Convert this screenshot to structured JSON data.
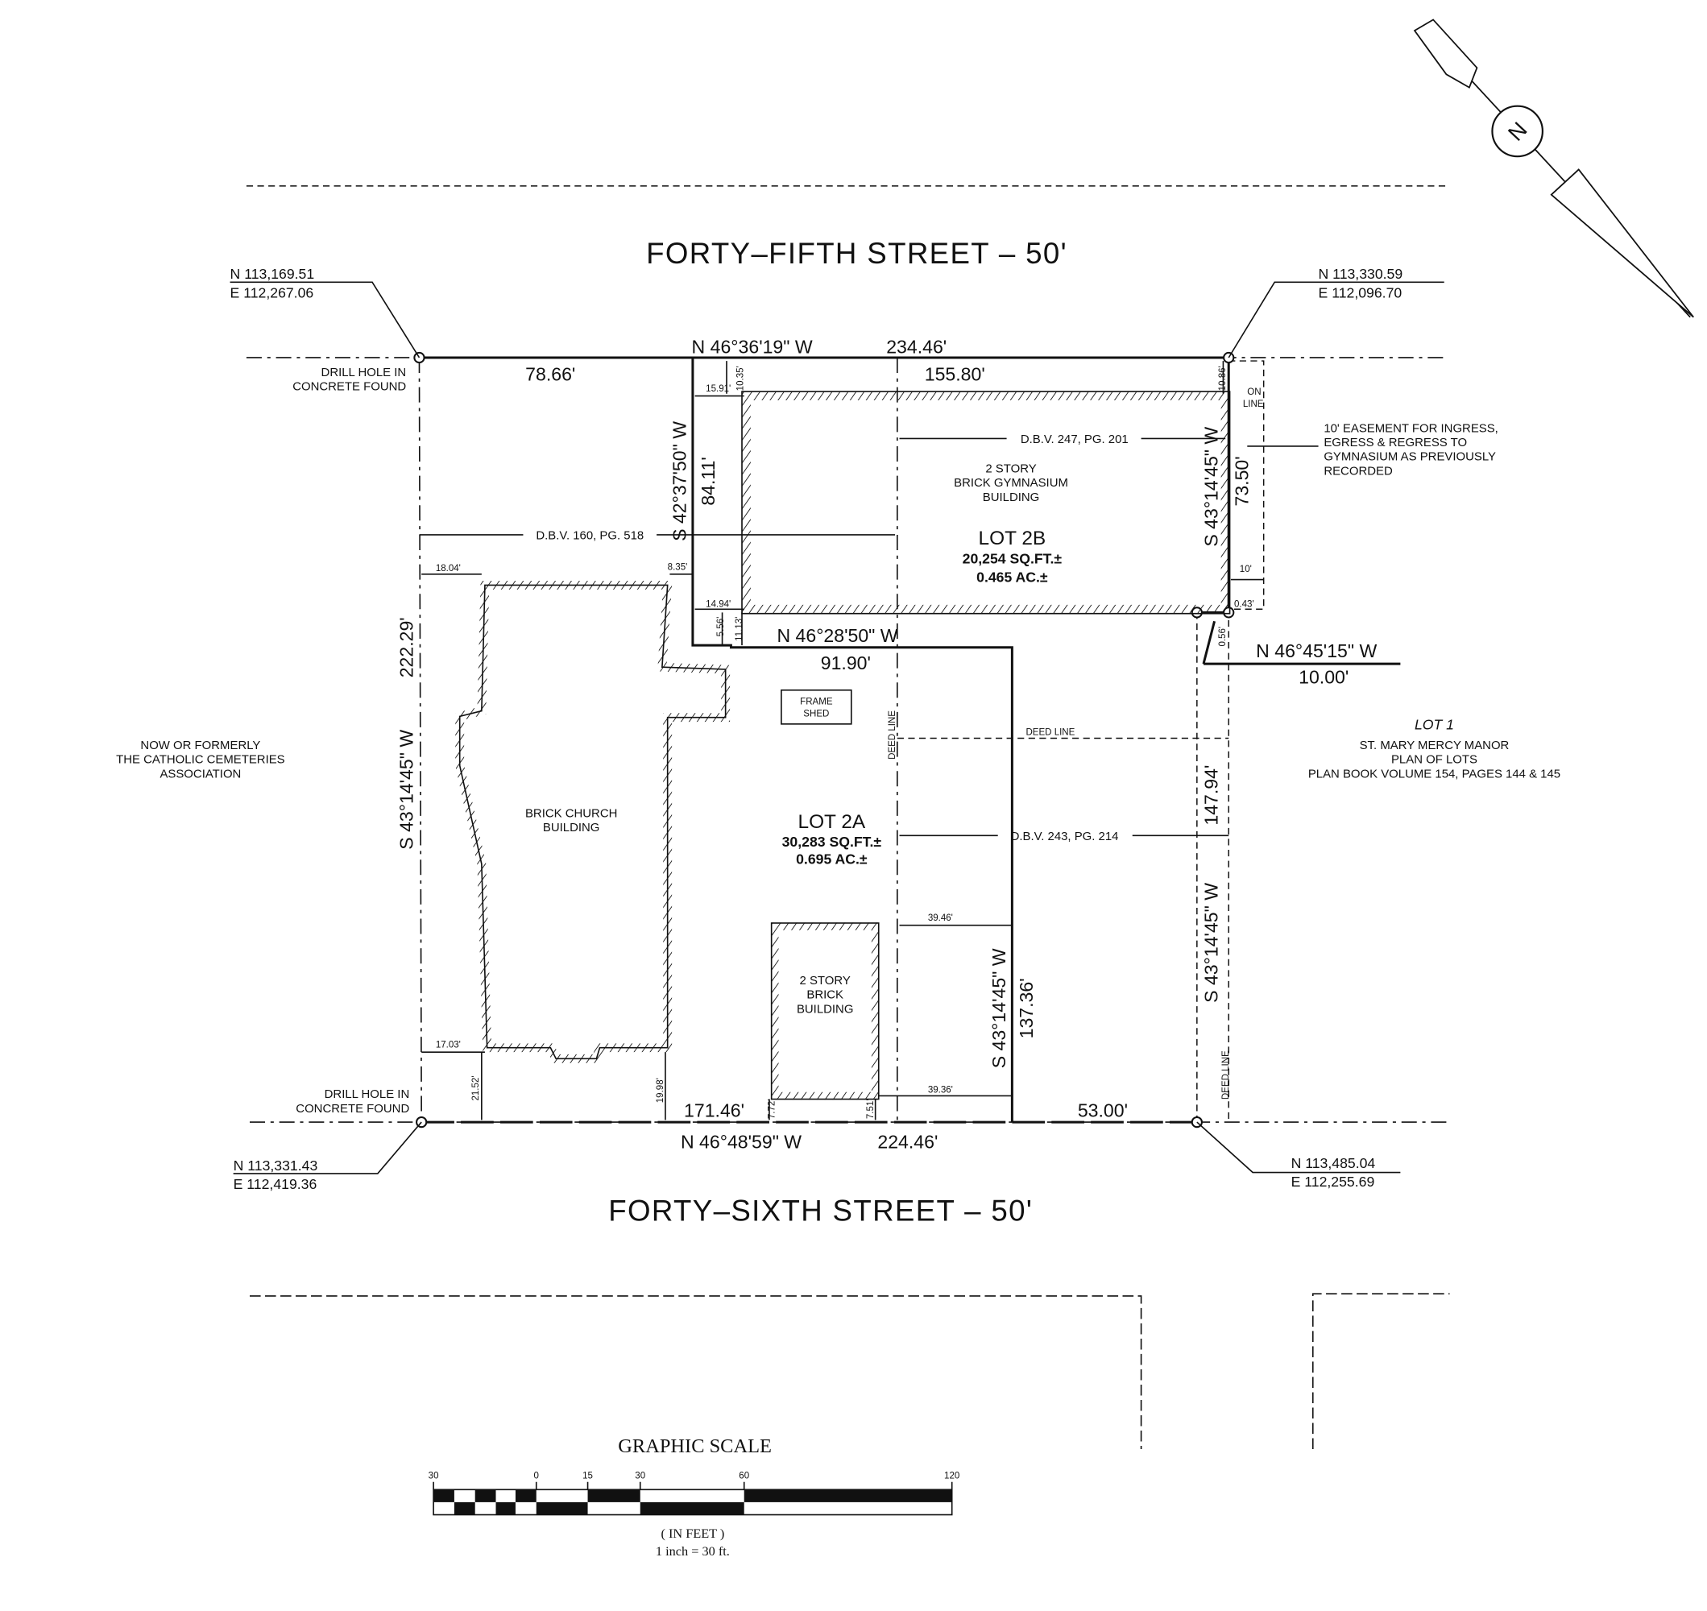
{
  "streets": {
    "north": "FORTY–FIFTH STREET – 50'",
    "south": "FORTY–SIXTH STREET – 50'"
  },
  "corners": {
    "nw": {
      "n": "N 113,169.51",
      "e": "E 112,267.06",
      "note1": "DRILL HOLE IN",
      "note2": "CONCRETE FOUND"
    },
    "ne": {
      "n": "N 113,330.59",
      "e": "E 112,096.70"
    },
    "sw": {
      "n": "N 113,331.43",
      "e": "E 112,419.36",
      "note1": "DRILL HOLE IN",
      "note2": "CONCRETE FOUND"
    },
    "se": {
      "n": "N 113,485.04",
      "e": "E 112,255.69"
    }
  },
  "bearings": {
    "north_bearing": "N 46°36'19\" W",
    "north_dist": "234.46'",
    "north_seg1": "78.66'",
    "north_seg2": "155.80'",
    "south_bearing": "N 46°48'59\" W",
    "south_dist": "224.46'",
    "south_seg1": "171.46'",
    "south_seg2": "53.00'",
    "west_bearing": "S 43°14'45\" W",
    "west_dist": "222.29'",
    "lot2b_west_bearing": "S 42°37'50\" W",
    "lot2b_west_dist": "84.11'",
    "lot2b_east_bearing": "S 43°14'45\" W",
    "lot2b_east_dist": "73.50'",
    "inner_bearing": "N 46°28'50\" W",
    "inner_dist": "91.90'",
    "inner_east_bearing": "S 43°14'45\" W",
    "inner_east_dist": "137.36'",
    "east_bearing": "S 43°14'45\" W",
    "east_dist": "147.94'",
    "offset_bearing": "N 46°45'15\" W",
    "offset_dist": "10.00'"
  },
  "dims": {
    "d15_91": "15.91'",
    "d10_35": "10.35'",
    "d10_86": "10.86'",
    "d8_35": "8.35'",
    "d18_04": "18.04'",
    "d14_94": "14.94'",
    "d5_56": "5.56'",
    "d11_13": "11.13'",
    "d10": "10'",
    "d0_43": "0.43'",
    "d0_56": "0.56'",
    "d39_46": "39.46'",
    "d39_36": "39.36'",
    "d17_03": "17.03'",
    "d21_52": "21.52'",
    "d19_98": "19.98'",
    "d7_72": "7.72'",
    "d7_51": "7.51'"
  },
  "labels": {
    "on": "ON",
    "line": "LINE",
    "easement": [
      "10' EASEMENT FOR INGRESS,",
      "EGRESS & REGRESS TO",
      "GYMNASIUM AS PREVIOUSLY",
      "RECORDED"
    ],
    "dbv247": "D.B.V. 247, PG. 201",
    "dbv160": "D.B.V. 160, PG. 518",
    "dbv243": "D.B.V. 243, PG. 214",
    "deed_line": "DEED LINE"
  },
  "lots": {
    "lot2b": {
      "name": "LOT 2B",
      "sqft": "20,254 SQ.FT.±",
      "acres": "0.465 AC.±"
    },
    "lot2a": {
      "name": "LOT 2A",
      "sqft": "30,283 SQ.FT.±",
      "acres": "0.695 AC.±"
    },
    "lot1": {
      "name": "LOT 1",
      "lines": [
        "ST. MARY MERCY MANOR",
        "PLAN OF LOTS",
        "PLAN BOOK VOLUME 154, PAGES 144 & 145"
      ]
    }
  },
  "buildings": {
    "gym": [
      "2 STORY",
      "BRICK GYMNASIUM",
      "BUILDING"
    ],
    "church": [
      "BRICK CHURCH",
      "BUILDING"
    ],
    "brick2": [
      "2 STORY",
      "BRICK",
      "BUILDING"
    ],
    "shed": [
      "FRAME",
      "SHED"
    ]
  },
  "neighbor_west": [
    "NOW OR FORMERLY",
    "THE CATHOLIC CEMETERIES",
    "ASSOCIATION"
  ],
  "north_arrow": {
    "letter": "N"
  },
  "scale": {
    "title": "GRAPHIC SCALE",
    "ticks": [
      "30",
      "0",
      "15",
      "30",
      "60",
      "120"
    ],
    "units": "( IN FEET )",
    "ratio": "1 inch = 30  ft."
  }
}
